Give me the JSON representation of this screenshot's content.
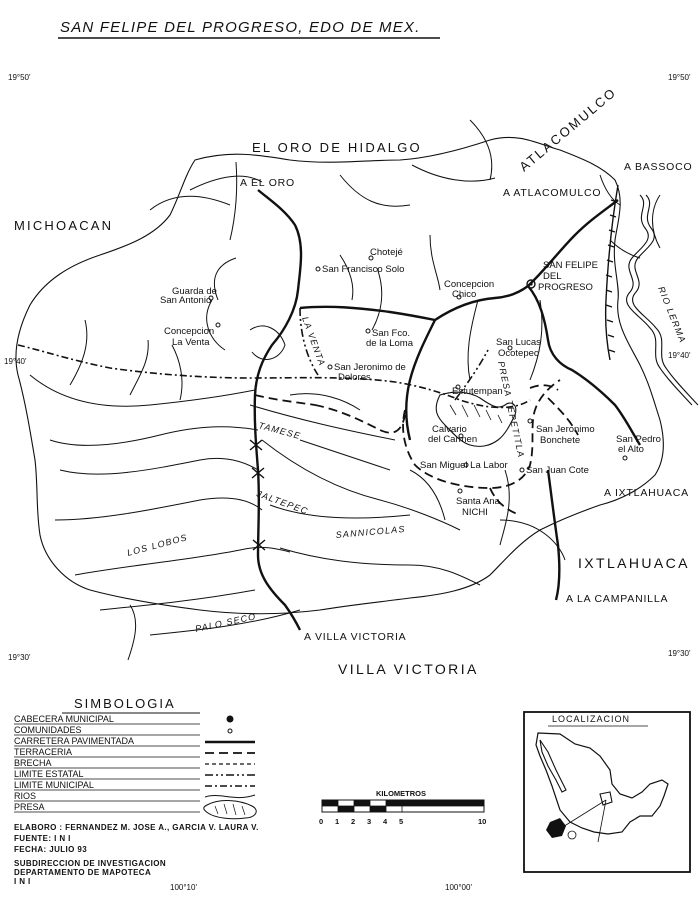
{
  "title": "SAN FELIPE DEL PROGRESO, EDO DE MEX.",
  "coordinates": {
    "top_left": "19°50'",
    "top_right": "19°50'",
    "mid_left": "19°40'",
    "mid_right": "19°40'",
    "bottom_left": "19°30'",
    "bottom_right": "19°30'",
    "lon_left": "100°10'",
    "lon_right": "100°00'"
  },
  "regions": {
    "el_oro": "EL ORO DE HIDALGO",
    "michoacan": "MICHOACAN",
    "atlacomulco": "ATLACOMULCO",
    "ixtlahuaca": "IXTLAHUACA",
    "villa_victoria": "VILLA VICTORIA"
  },
  "destinations": {
    "el_oro": "A EL ORO",
    "bassoco": "A BASSOCO",
    "atlacomulco": "A ATLACOMULCO",
    "ixtlahuaca": "A IXTLAHUACA",
    "campanilla": "A LA CAMPANILLA",
    "villa_victoria": "A VILLA VICTORIA"
  },
  "seat": {
    "line1": "SAN FELIPE",
    "line2": "DEL",
    "line3": "PROGRESO"
  },
  "towns": {
    "choteje": "Chotejé",
    "san_francisco": "San Francisco Solo",
    "guarda_1": "Guarda de",
    "guarda_2": "San Antonio",
    "concepcion_venta_1": "Concepcion",
    "concepcion_venta_2": "La Venta",
    "concepcion_chico_1": "Concepcion",
    "concepcion_chico_2": "Chico",
    "san_fco_loma_1": "San Fco.",
    "san_fco_loma_2": "de la Loma",
    "san_lucas_1": "San Lucas",
    "san_lucas_2": "Ocotepec",
    "san_jeronimo_dolores_1": "San Jeronimo de",
    "san_jeronimo_dolores_2": "Dolores",
    "estutempan": "Estutempan",
    "calvario_1": "Calvario",
    "calvario_2": "del Carmen",
    "san_jeronimo_bonchete_1": "San Jeronimo",
    "san_jeronimo_bonchete_2": "Bonchete",
    "san_pedro_1": "San Pedro",
    "san_pedro_2": "el Alto",
    "san_miguel": "San Miguel La Labor",
    "san_juan": "San Juan Cote",
    "santa_ana_1": "Santa Ana",
    "santa_ana_2": "NICHI"
  },
  "rivers": {
    "la_venta": "LA VENTA",
    "tamese": "TAMESE",
    "jaltepec": "JALTEPEC",
    "los_lobos": "LOS LOBOS",
    "sannicolas": "SANNICOLAS",
    "palo_seco": "PALO SECO",
    "presa": "PRESA TEPETITLA",
    "rio_lerma": "RIO LERMA"
  },
  "legend": {
    "title": "SIMBOLOGIA",
    "items": [
      "CABECERA MUNICIPAL",
      "COMUNIDADES",
      "CARRETERA PAVIMENTADA",
      "TERRACERIA",
      "BRECHA",
      "LIMITE ESTATAL",
      "LIMITE MUNICIPAL",
      "RIOS",
      "PRESA"
    ]
  },
  "credits": {
    "elaboro": "ELABORO : FERNANDEZ M. JOSE A., GARCIA V. LAURA V.",
    "fuente": "FUENTE: I N I",
    "fecha": "FECHA:  JULIO 93",
    "sub1": "SUBDIRECCION DE INVESTIGACION",
    "sub2": "DEPARTAMENTO DE MAPOTECA",
    "sub3": "I N I"
  },
  "scale": {
    "title": "KILOMETROS",
    "ticks": [
      "0",
      "1",
      "2",
      "3",
      "4",
      "5",
      "10"
    ]
  },
  "location": {
    "title": "LOCALIZACION"
  },
  "colors": {
    "ink": "#111111",
    "paper": "#ffffff"
  }
}
